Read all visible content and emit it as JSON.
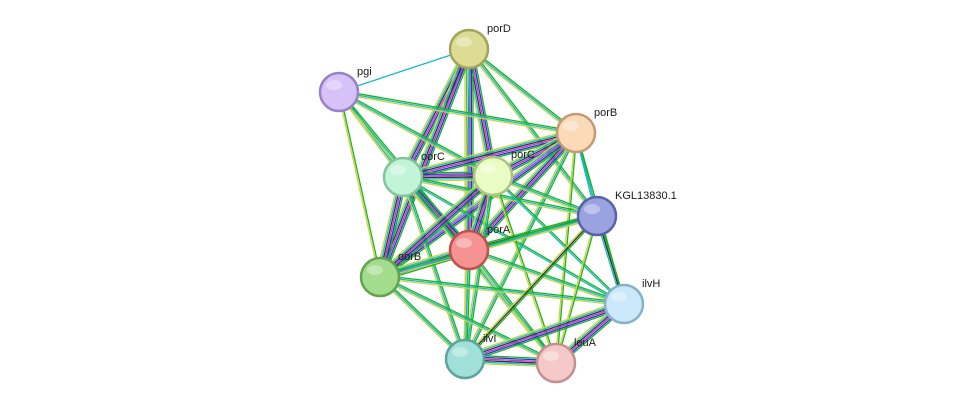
{
  "nodes": [
    {
      "id": "porD",
      "label": "porD",
      "fill": "#dcdc94",
      "stroke": "#a3a35c"
    },
    {
      "id": "pgi",
      "label": "pgi",
      "fill": "#d6c2f7",
      "stroke": "#9a80c8"
    },
    {
      "id": "porB",
      "label": "porB",
      "fill": "#fbdab7",
      "stroke": "#c49b74"
    },
    {
      "id": "oorC",
      "label": "oorC",
      "fill": "#c2f5d8",
      "stroke": "#82c49e"
    },
    {
      "id": "porC",
      "label": "porC",
      "fill": "#e9fcc3",
      "stroke": "#a9c67f"
    },
    {
      "id": "KGL13830.1",
      "label": "KGL13830.1",
      "fill": "#9aa3e0",
      "stroke": "#5762a8"
    },
    {
      "id": "porA",
      "label": "porA",
      "fill": "#f59393",
      "stroke": "#c04f4f"
    },
    {
      "id": "oorB",
      "label": "oorB",
      "fill": "#a2dc8c",
      "stroke": "#64a34c"
    },
    {
      "id": "ilvH",
      "label": "ilvH",
      "fill": "#c9e8fa",
      "stroke": "#86b2cc"
    },
    {
      "id": "ilvI",
      "label": "ilvI",
      "fill": "#a0e0d8",
      "stroke": "#5ba49b"
    },
    {
      "id": "leuA",
      "label": "leuA",
      "fill": "#f6c9c9",
      "stroke": "#c48f8f"
    }
  ],
  "edge_colors": {
    "green": "#1ab31a",
    "blue": "#1e36d4",
    "magenta": "#cc33cc",
    "black": "#333333",
    "cyan": "#19b8c9",
    "yellow": "#c8d442",
    "teal": "#33a3a3"
  },
  "edges": [
    {
      "s": "porD",
      "t": "pgi",
      "c": [
        "cyan"
      ]
    },
    {
      "s": "porD",
      "t": "porB",
      "c": [
        "green",
        "cyan",
        "yellow"
      ]
    },
    {
      "s": "porD",
      "t": "oorC",
      "c": [
        "green",
        "blue",
        "magenta",
        "black",
        "cyan",
        "yellow"
      ]
    },
    {
      "s": "porD",
      "t": "porC",
      "c": [
        "green",
        "blue",
        "magenta",
        "black",
        "cyan",
        "yellow"
      ]
    },
    {
      "s": "porD",
      "t": "porA",
      "c": [
        "green",
        "blue",
        "magenta",
        "black",
        "cyan",
        "yellow"
      ]
    },
    {
      "s": "porD",
      "t": "oorB",
      "c": [
        "green",
        "blue",
        "magenta",
        "black",
        "cyan",
        "yellow"
      ]
    },
    {
      "s": "porD",
      "t": "KGL13830.1",
      "c": [
        "green",
        "cyan",
        "yellow"
      ]
    },
    {
      "s": "porD",
      "t": "ilvI",
      "c": [
        "cyan",
        "yellow"
      ]
    },
    {
      "s": "pgi",
      "t": "porB",
      "c": [
        "green",
        "cyan",
        "yellow"
      ]
    },
    {
      "s": "pgi",
      "t": "oorC",
      "c": [
        "green",
        "cyan",
        "yellow"
      ]
    },
    {
      "s": "pgi",
      "t": "porC",
      "c": [
        "green",
        "cyan",
        "yellow"
      ]
    },
    {
      "s": "pgi",
      "t": "porA",
      "c": [
        "green",
        "cyan",
        "yellow"
      ]
    },
    {
      "s": "pgi",
      "t": "oorB",
      "c": [
        "green",
        "yellow"
      ]
    },
    {
      "s": "porB",
      "t": "oorC",
      "c": [
        "green",
        "blue",
        "magenta",
        "black",
        "cyan",
        "yellow"
      ]
    },
    {
      "s": "porB",
      "t": "porC",
      "c": [
        "green",
        "blue",
        "magenta",
        "black",
        "cyan",
        "yellow"
      ]
    },
    {
      "s": "porB",
      "t": "porA",
      "c": [
        "green",
        "blue",
        "magenta",
        "black",
        "cyan",
        "yellow"
      ]
    },
    {
      "s": "porB",
      "t": "oorB",
      "c": [
        "green",
        "blue",
        "magenta",
        "cyan",
        "yellow"
      ]
    },
    {
      "s": "porB",
      "t": "KGL13830.1",
      "c": [
        "green",
        "cyan"
      ]
    },
    {
      "s": "porB",
      "t": "ilvH",
      "c": [
        "green",
        "cyan"
      ]
    },
    {
      "s": "porB",
      "t": "ilvI",
      "c": [
        "green",
        "cyan",
        "yellow"
      ]
    },
    {
      "s": "porB",
      "t": "leuA",
      "c": [
        "green",
        "yellow"
      ]
    },
    {
      "s": "oorC",
      "t": "porC",
      "c": [
        "green",
        "blue",
        "magenta",
        "black",
        "cyan",
        "yellow"
      ]
    },
    {
      "s": "oorC",
      "t": "porA",
      "c": [
        "green",
        "blue",
        "magenta",
        "black",
        "cyan",
        "yellow"
      ]
    },
    {
      "s": "oorC",
      "t": "oorB",
      "c": [
        "green",
        "blue",
        "magenta",
        "black",
        "cyan",
        "yellow"
      ]
    },
    {
      "s": "oorC",
      "t": "KGL13830.1",
      "c": [
        "green",
        "cyan",
        "yellow"
      ]
    },
    {
      "s": "oorC",
      "t": "ilvH",
      "c": [
        "green",
        "cyan"
      ]
    },
    {
      "s": "oorC",
      "t": "ilvI",
      "c": [
        "green",
        "cyan",
        "yellow"
      ]
    },
    {
      "s": "oorC",
      "t": "leuA",
      "c": [
        "green",
        "cyan",
        "yellow"
      ]
    },
    {
      "s": "porC",
      "t": "porA",
      "c": [
        "green",
        "blue",
        "magenta",
        "black",
        "cyan",
        "yellow"
      ]
    },
    {
      "s": "porC",
      "t": "oorB",
      "c": [
        "green",
        "blue",
        "magenta",
        "black",
        "cyan",
        "yellow"
      ]
    },
    {
      "s": "porC",
      "t": "KGL13830.1",
      "c": [
        "green",
        "cyan",
        "yellow"
      ]
    },
    {
      "s": "porC",
      "t": "ilvH",
      "c": [
        "green",
        "cyan"
      ]
    },
    {
      "s": "porC",
      "t": "ilvI",
      "c": [
        "green",
        "cyan",
        "yellow"
      ]
    },
    {
      "s": "porC",
      "t": "leuA",
      "c": [
        "green",
        "yellow"
      ]
    },
    {
      "s": "porA",
      "t": "oorB",
      "c": [
        "green",
        "blue",
        "magenta",
        "black",
        "cyan",
        "yellow"
      ]
    },
    {
      "s": "porA",
      "t": "KGL13830.1",
      "c": [
        "green",
        "black",
        "cyan",
        "yellow"
      ]
    },
    {
      "s": "porA",
      "t": "ilvH",
      "c": [
        "green",
        "cyan",
        "yellow"
      ]
    },
    {
      "s": "porA",
      "t": "ilvI",
      "c": [
        "green",
        "cyan",
        "yellow"
      ]
    },
    {
      "s": "porA",
      "t": "leuA",
      "c": [
        "green",
        "cyan",
        "yellow"
      ]
    },
    {
      "s": "oorB",
      "t": "KGL13830.1",
      "c": [
        "green",
        "cyan",
        "yellow"
      ]
    },
    {
      "s": "oorB",
      "t": "ilvH",
      "c": [
        "green",
        "cyan",
        "yellow"
      ]
    },
    {
      "s": "oorB",
      "t": "ilvI",
      "c": [
        "green",
        "cyan",
        "yellow"
      ]
    },
    {
      "s": "oorB",
      "t": "leuA",
      "c": [
        "green",
        "cyan",
        "yellow"
      ]
    },
    {
      "s": "KGL13830.1",
      "t": "ilvH",
      "c": [
        "green",
        "black",
        "cyan"
      ]
    },
    {
      "s": "KGL13830.1",
      "t": "ilvI",
      "c": [
        "green",
        "black",
        "yellow"
      ]
    },
    {
      "s": "KGL13830.1",
      "t": "leuA",
      "c": [
        "green",
        "yellow"
      ]
    },
    {
      "s": "ilvH",
      "t": "ilvI",
      "c": [
        "green",
        "blue",
        "magenta",
        "black",
        "cyan",
        "yellow"
      ]
    },
    {
      "s": "ilvH",
      "t": "leuA",
      "c": [
        "green",
        "blue",
        "magenta",
        "black",
        "cyan",
        "yellow"
      ]
    },
    {
      "s": "ilvI",
      "t": "leuA",
      "c": [
        "green",
        "blue",
        "magenta",
        "black",
        "cyan",
        "yellow"
      ]
    }
  ]
}
